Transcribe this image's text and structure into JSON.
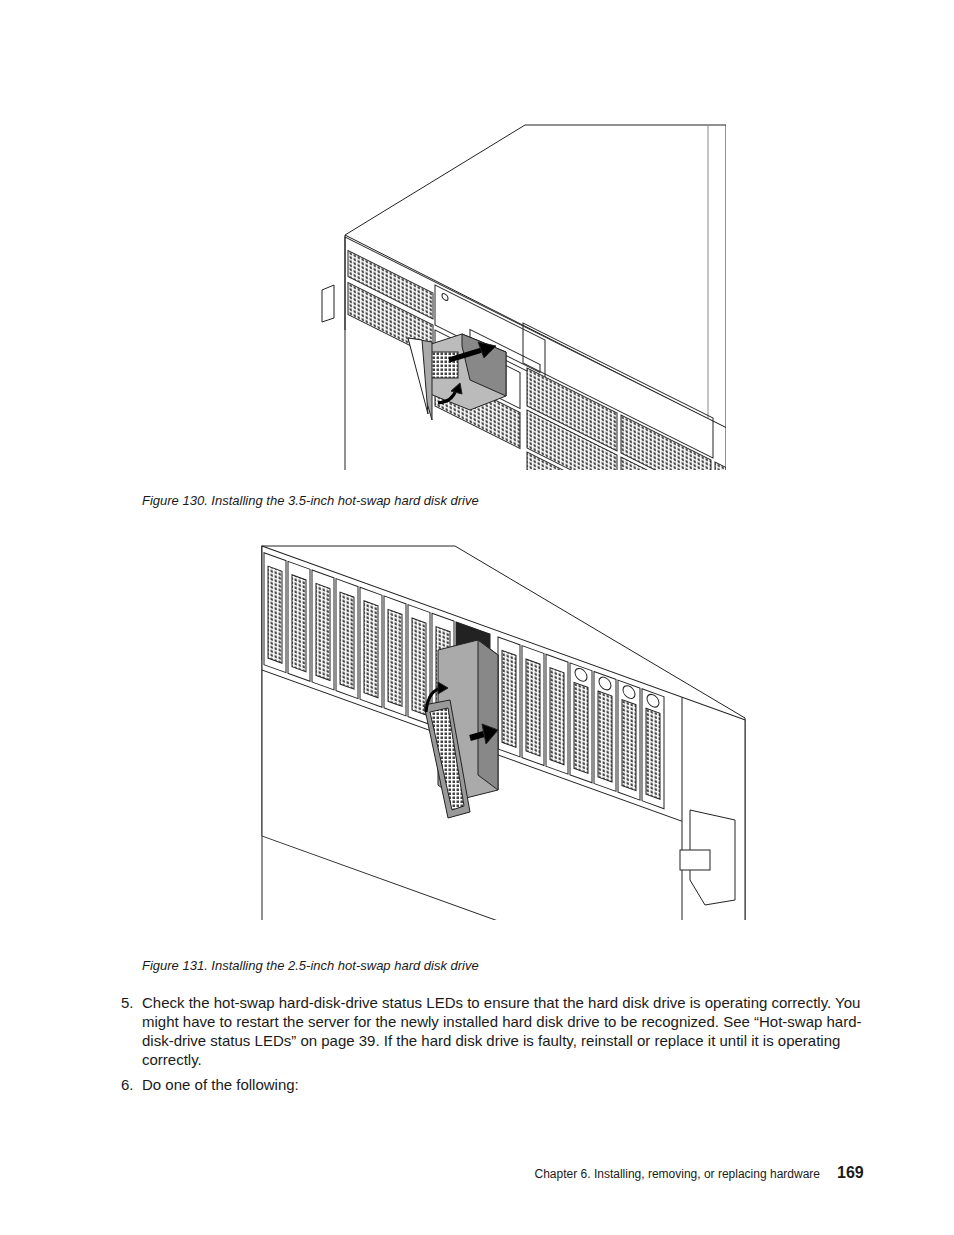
{
  "diagram": {
    "labels": [
      "Figure 130. Installing the 3.5-inch hot-swap hard disk drive",
      "Figure 131. Installing the 2.5-inch hot-swap hard disk drive",
      "5.",
      "Check the hot-swap hard-disk-drive status LEDs to ensure that the hard disk drive is operating correctly. You might have to restart the server for the newly installed hard disk drive to be recognized. See “Hot-swap hard-disk-drive status LEDs” on page 39. If the hard disk drive is faulty, reinstall or replace it until it is operating correctly.",
      "6.",
      "Do one of the following:",
      "Chapter 6. Installing, removing, or replacing hardware",
      "169"
    ]
  }
}
